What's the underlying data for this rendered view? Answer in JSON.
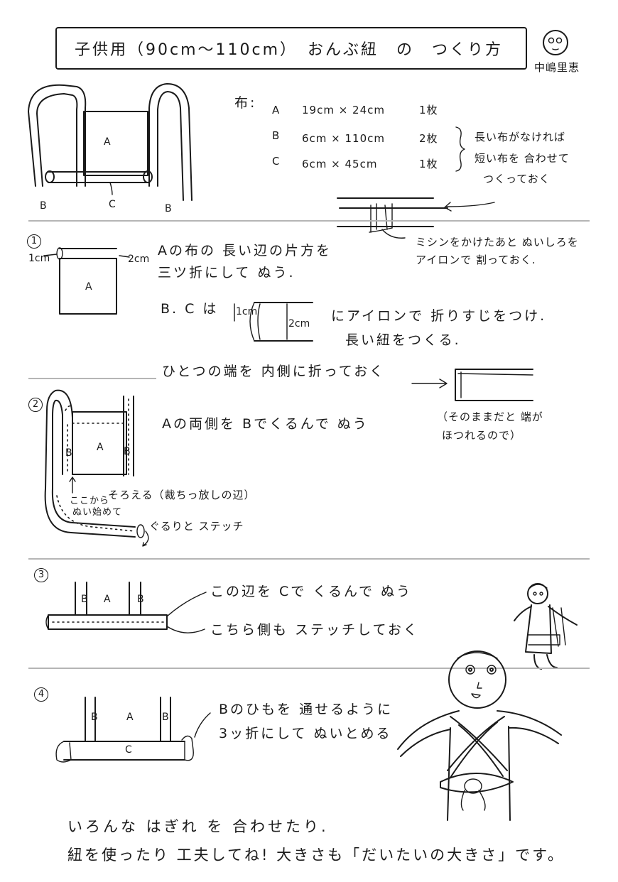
{
  "title": "子供用（90cm〜110cm）　おんぶ紐　の　つくり方",
  "author": "中嶋里恵",
  "materials": {
    "label": "布:",
    "rows": [
      {
        "id": "A",
        "size": "19cm × 24cm",
        "qty": "1枚"
      },
      {
        "id": "B",
        "size": "6cm × 110cm",
        "qty": "2枚"
      },
      {
        "id": "C",
        "size": "6cm × 45cm",
        "qty": "1枚"
      }
    ],
    "note_line1": "長い布がなければ",
    "note_line2": "短い布を 合わせて",
    "note_line3": "つくっておく",
    "seam_note_line1": "ミシンをかけたあと ぬいしろを",
    "seam_note_line2": "アイロンで 割っておく."
  },
  "overview_labels": {
    "a": "A",
    "b_left": "B",
    "c": "C",
    "b_right": "B"
  },
  "step1": {
    "number": "1",
    "dim_left": "1cm",
    "dim_right": "2cm",
    "label_a": "A",
    "text_line1": "Aの布の 長い辺の片方を",
    "text_line2": "三ツ折にして ぬう.",
    "bc_label": "B. C は",
    "dim_small": "1cm",
    "dim_tall": "2cm",
    "bc_text_line1": "にアイロンで 折りすじをつけ.",
    "bc_text_line2": "長い紐をつくる.",
    "end_text": "ひとつの端を 内側に折っておく",
    "end_note_line1": "（そのままだと 端が",
    "end_note_line2": "ほつれるので）"
  },
  "step2": {
    "number": "2",
    "label_a": "A",
    "label_b_left": "B",
    "label_b_right": "B",
    "text": "Aの両側を Bでくるんで ぬう",
    "start_line1": "ここから",
    "start_line2": "ぬい始めて",
    "align_note": "そろえる（裁ちっ放しの辺）",
    "stitch_note": "ぐるりと ステッチ"
  },
  "step3": {
    "number": "3",
    "label_b_left": "B",
    "label_a": "A",
    "label_b_right": "B",
    "text1": "この辺を Cで くるんで ぬう",
    "text2": "こちら側も ステッチしておく"
  },
  "step4": {
    "number": "4",
    "label_b_left": "B",
    "label_a": "A",
    "label_b_right": "B",
    "label_c": "C",
    "text_line1": "Bのひもを 通せるように",
    "text_line2": "3ッ折にして ぬいとめる"
  },
  "footer": {
    "line1": "いろんな はぎれ を 合わせたり.",
    "line2": "紐を使ったり 工夫してね! 大きさも「だいたいの大きさ」です。"
  }
}
